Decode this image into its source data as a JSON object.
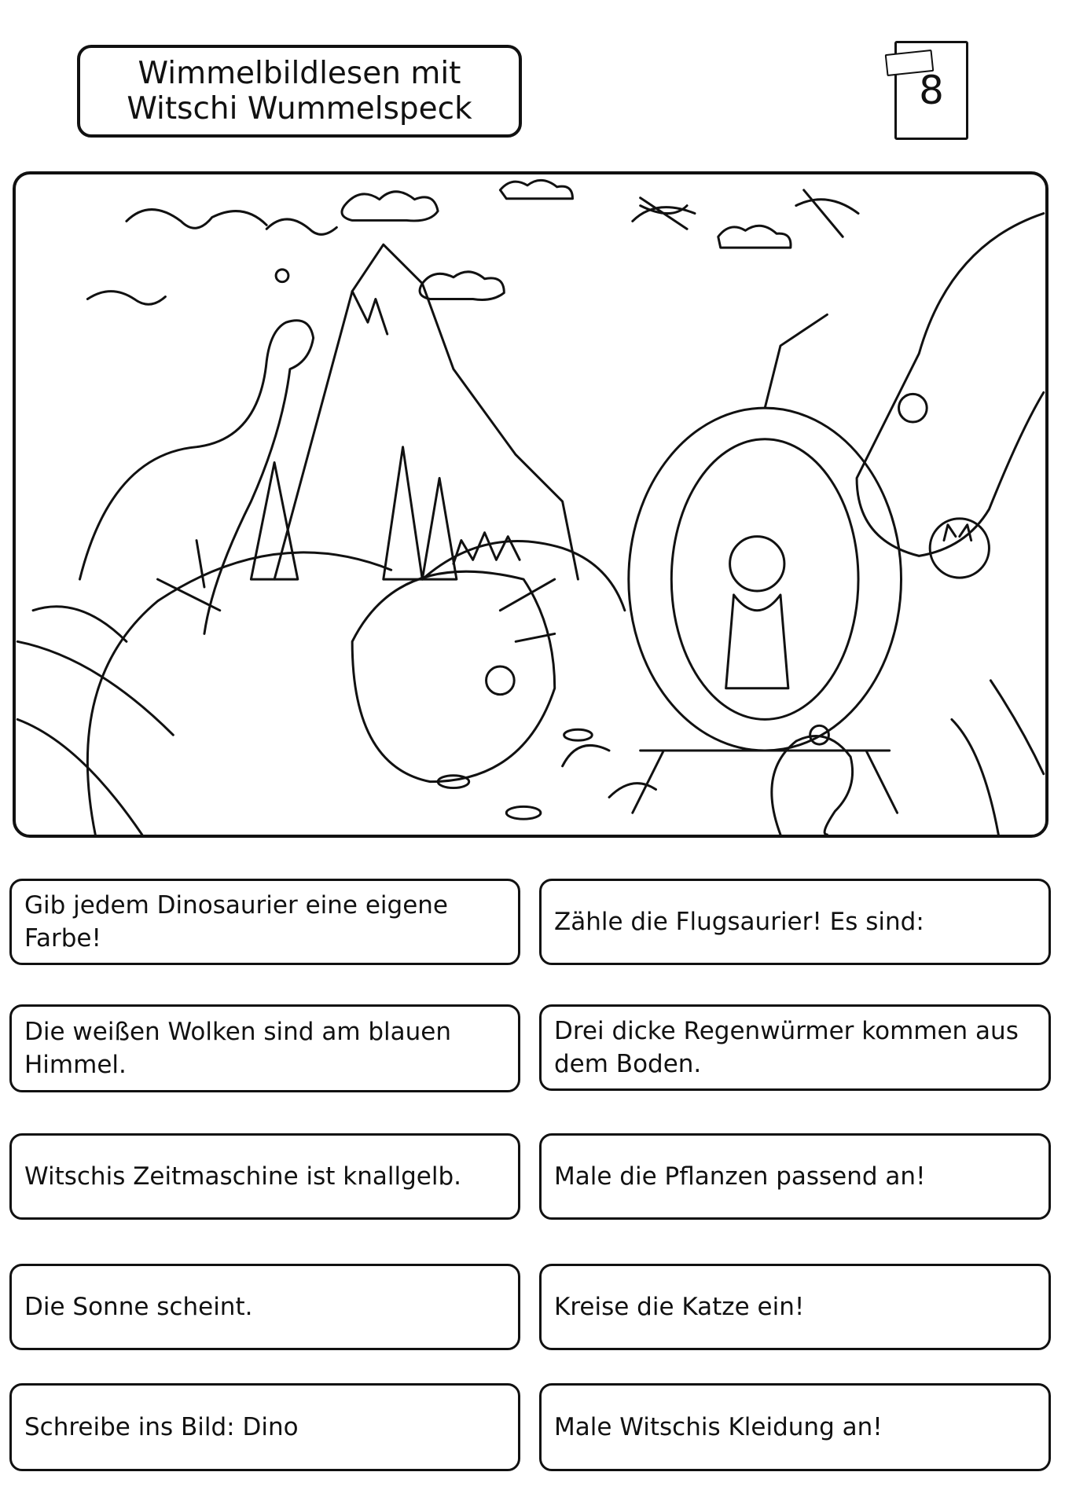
{
  "header": {
    "title_line1": "Wimmelbildlesen mit",
    "title_line2": "Witschi Wummelspeck",
    "number": "8"
  },
  "tasks": [
    {
      "text": "Gib jedem Dinosaurier eine eigene Farbe!"
    },
    {
      "text": "Zähle die Flugsaurier! Es sind:"
    },
    {
      "text": "Die weißen Wolken sind am blauen Himmel."
    },
    {
      "text": "Drei dicke Regenwürmer kommen aus dem Boden."
    },
    {
      "text": "Witschis Zeitmaschine ist knallgelb."
    },
    {
      "text": "Male die Pflanzen passend an!"
    },
    {
      "text": "Die Sonne scheint."
    },
    {
      "text": "Kreise die Katze ein!"
    },
    {
      "text": "Schreibe ins Bild: Dino"
    },
    {
      "text": "Male Witschis Kleidung an!"
    }
  ]
}
